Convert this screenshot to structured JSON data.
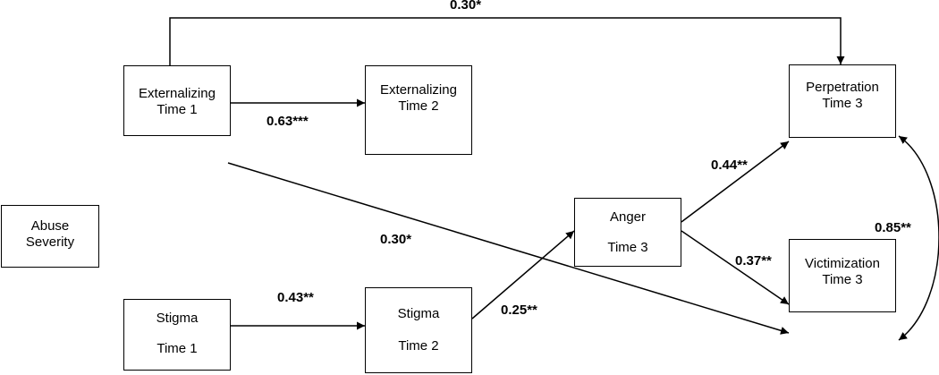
{
  "nodes": {
    "ext1": {
      "line1": "Externalizing",
      "line2": "Time 1"
    },
    "ext2": {
      "line1": "Externalizing",
      "line2": "Time 2"
    },
    "abuse": {
      "line1": "Abuse",
      "line2": "Severity"
    },
    "stigma1": {
      "line1": "Stigma",
      "line2": "Time 1"
    },
    "stigma2": {
      "line1": "Stigma",
      "line2": "Time 2"
    },
    "anger": {
      "line1": "Anger",
      "line2": "Time 3"
    },
    "perp": {
      "line1": "Perpetration",
      "line2": "Time 3"
    },
    "vict": {
      "line1": "Victimization",
      "line2": "Time 3"
    }
  },
  "paths": {
    "ext1_perp": "0.30*",
    "ext1_ext2": "0.63***",
    "ext1_vict": "0.30*",
    "stigma1_stigma2": "0.43**",
    "stigma2_anger": "0.25**",
    "anger_perp": "0.44**",
    "anger_vict": "0.37**",
    "perp_vict": "0.85**"
  }
}
